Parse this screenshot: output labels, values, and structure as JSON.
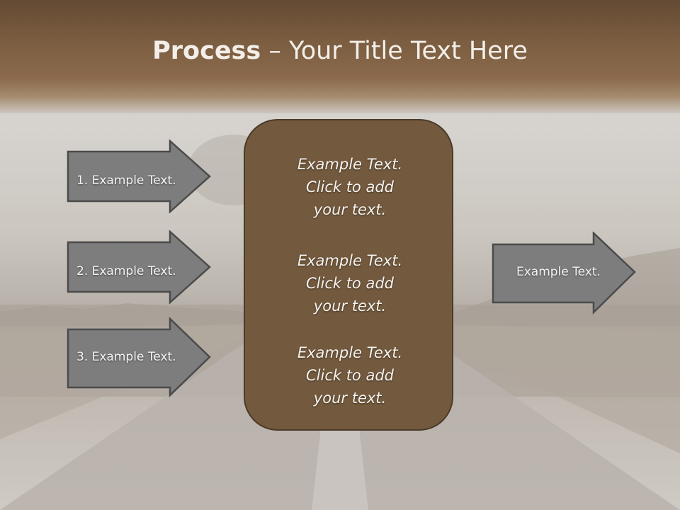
{
  "title": {
    "bold": "Process",
    "rest": " – Your Title Text Here"
  },
  "inputs": [
    {
      "label": "1. Example Text."
    },
    {
      "label": "2. Example Text."
    },
    {
      "label": "3. Example Text."
    }
  ],
  "center": {
    "paragraphs": [
      "Example Text.\nClick  to add\nyour text.",
      "Example Text.\nClick  to add\nyour text.",
      "Example Text.\nClick  to add\nyour text."
    ]
  },
  "output": {
    "label": "Example Text."
  },
  "colors": {
    "header": "#7a5c40",
    "box_fill": "#735a3e",
    "arrow_fill": "#7d7d7d"
  }
}
